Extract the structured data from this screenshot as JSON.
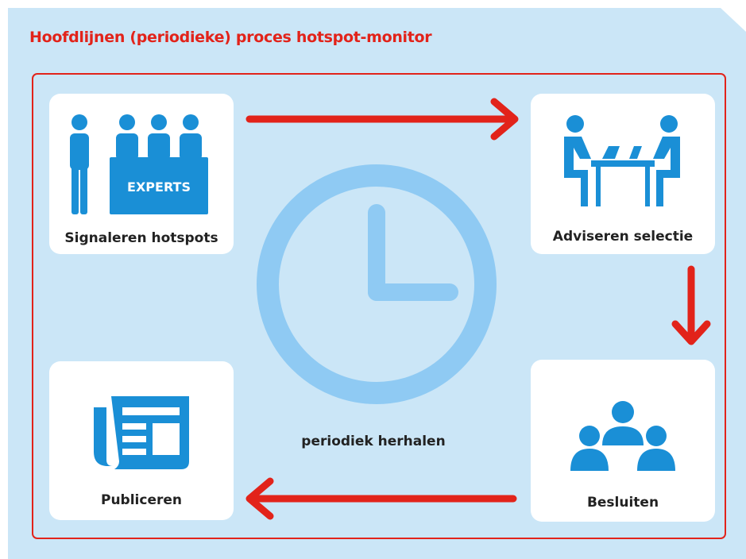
{
  "title": "Hoofdlijnen (periodieke) proces hotspot-monitor",
  "center_label": "periodiek herhalen",
  "steps": [
    {
      "label": "Signaleren hotspots",
      "icon": "experts-icon",
      "badge": "EXPERTS"
    },
    {
      "label": "Adviseren selectie",
      "icon": "meeting-table-icon"
    },
    {
      "label": "Besluiten",
      "icon": "group-icon"
    },
    {
      "label": "Publiceren",
      "icon": "newspaper-icon"
    }
  ],
  "colors": {
    "accent": "#e2231a",
    "icon": "#1a8fd6",
    "clock": "#8fcaf3",
    "background": "#cbe6f7"
  }
}
